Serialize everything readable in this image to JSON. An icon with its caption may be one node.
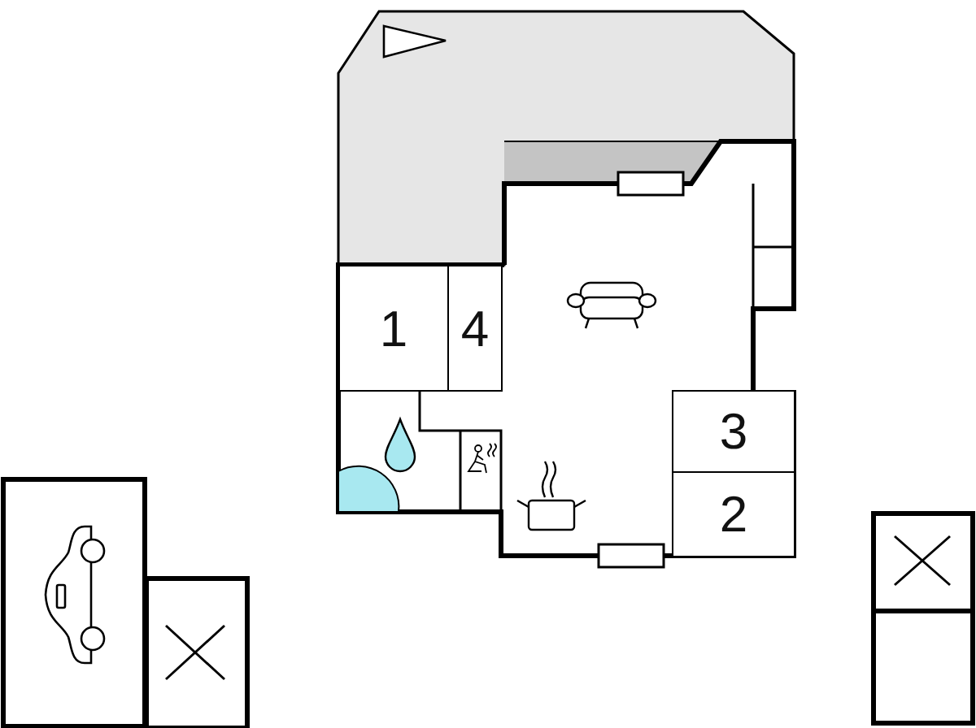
{
  "diagram": {
    "nodes": [
      {
        "text": [
          "1"
        ]
      },
      {
        "text": [
          "4"
        ]
      },
      {
        "text": [
          "3"
        ]
      },
      {
        "text": [
          "2"
        ]
      }
    ]
  }
}
